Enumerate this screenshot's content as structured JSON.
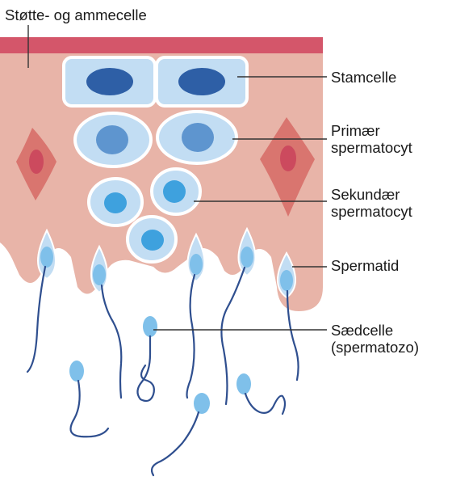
{
  "labels": {
    "support_cell": "Støtte- og ammecelle",
    "stem_cell": "Stamcelle",
    "primary_line1": "Primær",
    "primary_line2": "spermatocyt",
    "secondary_line1": "Sekundær",
    "secondary_line2": "spermatocyt",
    "spermatid": "Spermatid",
    "sperm_line1": "Sædcelle",
    "sperm_line2": "(spermatozo)"
  },
  "colors": {
    "tissue": "#e8b4a8",
    "basement": "#d4566a",
    "sertoli_cell": "#d9756f",
    "sertoli_nucleus": "#cc4a5e",
    "cell_fill": "#c2ddf3",
    "cell_outline": "#ffffff",
    "nucleus_stem": "#2e5fa6",
    "nucleus_primary": "#5e95cf",
    "nucleus_secondary": "#3ea1de",
    "sperm_head": "#7fc0ea",
    "sperm_tail": "#2f4f8f",
    "leader_line": "#333333",
    "text": "#1a1a1a"
  }
}
